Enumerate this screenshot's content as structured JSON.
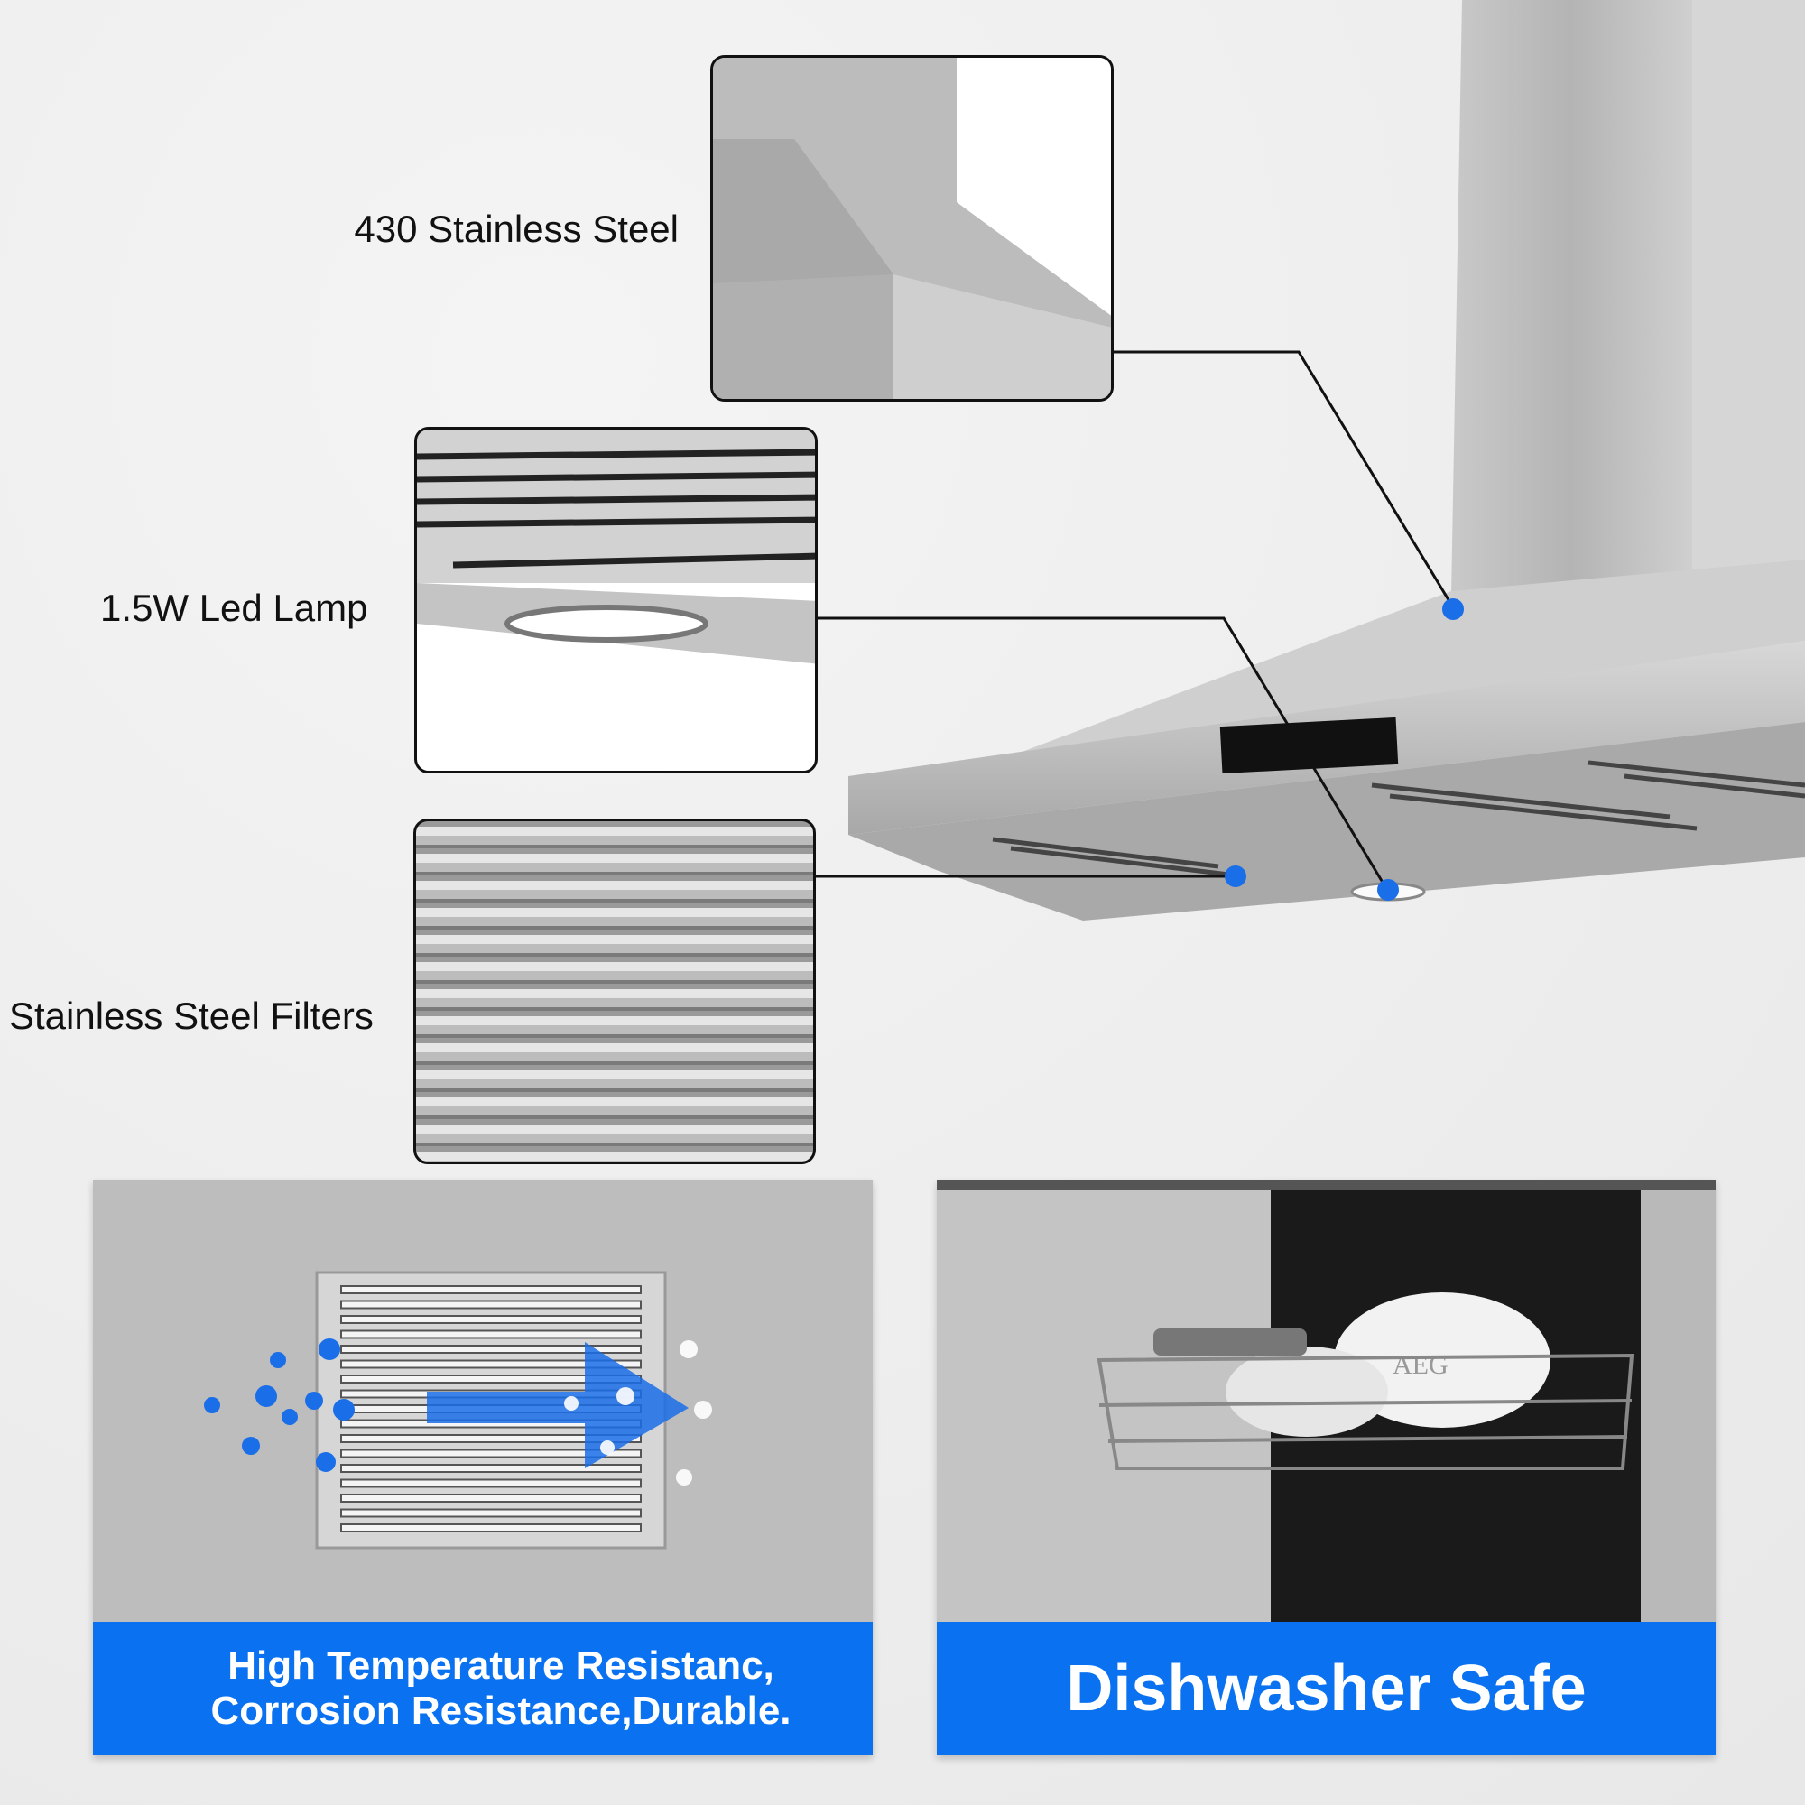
{
  "callouts": [
    {
      "label": "430 Stainless Steel"
    },
    {
      "label": "1.5W Led Lamp"
    },
    {
      "label": "Stainless Steel Filters"
    }
  ],
  "panels": {
    "left": {
      "line1": "High Temperature Resistanc,",
      "line2": "Corrosion Resistance,Durable."
    },
    "right": {
      "title": "Dishwasher Safe",
      "brand": "AEG"
    }
  },
  "colors": {
    "accent": "#0a72f0",
    "dot": "#1a6ee8"
  }
}
